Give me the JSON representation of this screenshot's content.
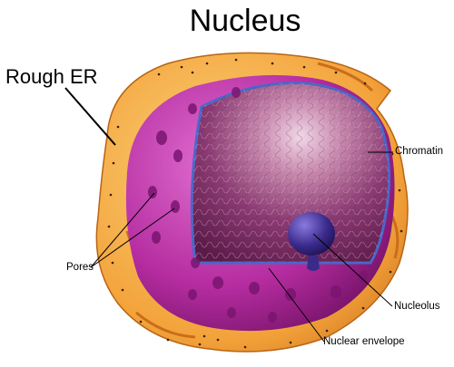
{
  "diagram": {
    "title": "Nucleus",
    "labels": {
      "rough_er": "Rough ER",
      "chromatin": "Chromatin",
      "pores": "Pores",
      "nucleolus": "Nucleolus",
      "nuclear_envelope": "Nuclear envelope"
    },
    "colors": {
      "rough_er": "#f3a23a",
      "envelope": "#b52ca0",
      "chromatin": "#7a2c6a",
      "nucleolus": "#3a2a8a",
      "boundary": "#4a68c8"
    }
  }
}
